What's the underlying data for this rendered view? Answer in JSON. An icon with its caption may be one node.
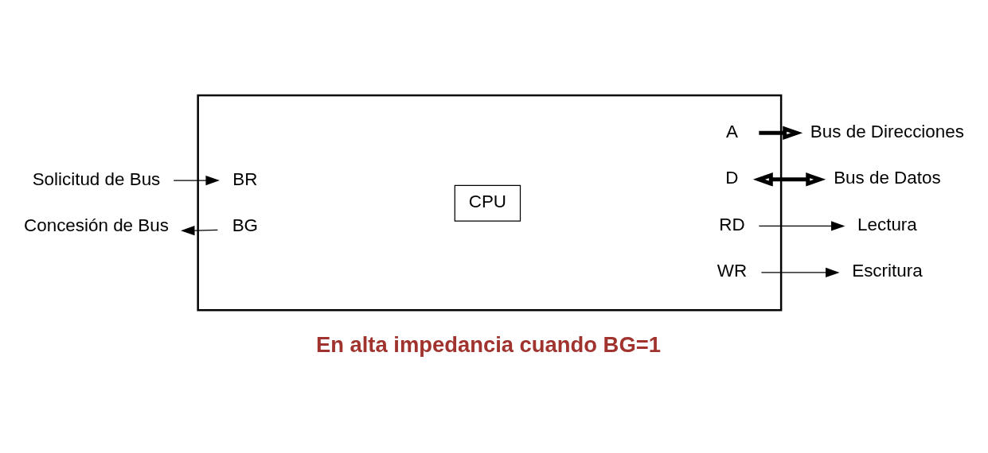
{
  "diagram": {
    "nodes": [
      {
        "text": [],
        "shape": "box"
      },
      {
        "text": [
          "Solicitud de Bus"
        ]
      },
      {
        "text": [
          "BR"
        ],
        "in": 0
      },
      {
        "text": [
          "A"
        ],
        "in": 0
      },
      {
        "text": [
          "D"
        ],
        "in": 0
      },
      {
        "text": [
          "CPU"
        ],
        "in": 0
      },
      {
        "text": [
          "RD"
        ],
        "in": 0
      },
      {
        "text": [
          "Concesión de Bus"
        ]
      },
      {
        "text": [
          "BG"
        ],
        "in": 0
      },
      {
        "text": [
          "WR"
        ],
        "in": 0
      },
      {
        "text": [
          "Bus de Direcciones"
        ]
      },
      {
        "text": [
          "Bus de Datos"
        ]
      },
      {
        "text": [
          "Lectura"
        ]
      },
      {
        "text": [
          "Escritura"
        ]
      }
    ],
    "edges": [
      {
        "from": 1,
        "to": 2,
        "arrow": "to"
      },
      {
        "from": 8,
        "to": 7,
        "arrow": "to"
      },
      {
        "from": 3,
        "to": 10,
        "arrow": "to",
        "style": "thick"
      },
      {
        "from": 4,
        "to": 11,
        "arrow": "both",
        "style": "thick"
      },
      {
        "from": 6,
        "to": 12,
        "arrow": "to"
      },
      {
        "from": 9,
        "to": 13,
        "arrow": "to"
      }
    ],
    "labels": [
      "En alta impedancia cuando BG=1"
    ]
  }
}
